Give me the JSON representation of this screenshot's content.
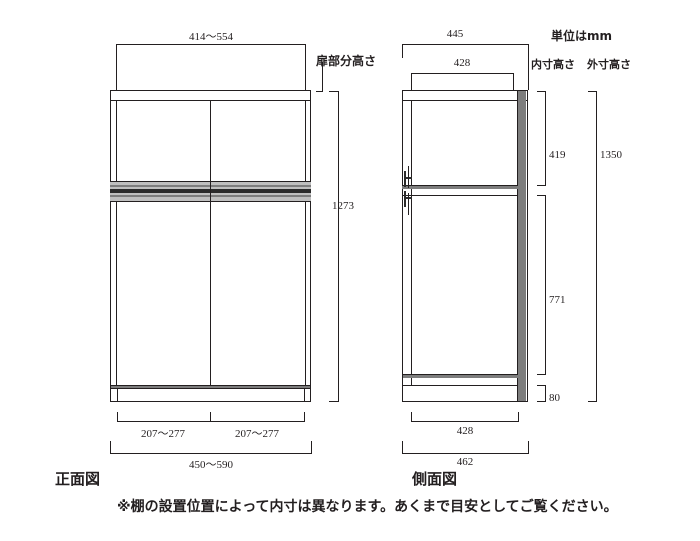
{
  "meta": {
    "unit_note": "単位はmm",
    "inner_height_label": "内寸高さ",
    "outer_height_label": "外寸高さ",
    "door_height_label": "扉部分高さ"
  },
  "views": {
    "front": {
      "label": "正面図",
      "dimensions": {
        "door_width_total": "414〜554",
        "body_height": "1273",
        "door_width_left": "207〜277",
        "door_width_right": "207〜277",
        "outer_width": "450〜590"
      }
    },
    "side": {
      "label": "側面図",
      "dimensions": {
        "outer_depth_top": "445",
        "inner_depth_top": "428",
        "inner_depth_bottom": "428",
        "outer_depth_bottom": "462",
        "upper_inner_height": "419",
        "lower_inner_height": "771",
        "base_height": "80",
        "outer_height": "1350"
      }
    }
  },
  "footnote": "※棚の設置位置によって内寸は異なります。あくまで目安としてご覧ください。"
}
